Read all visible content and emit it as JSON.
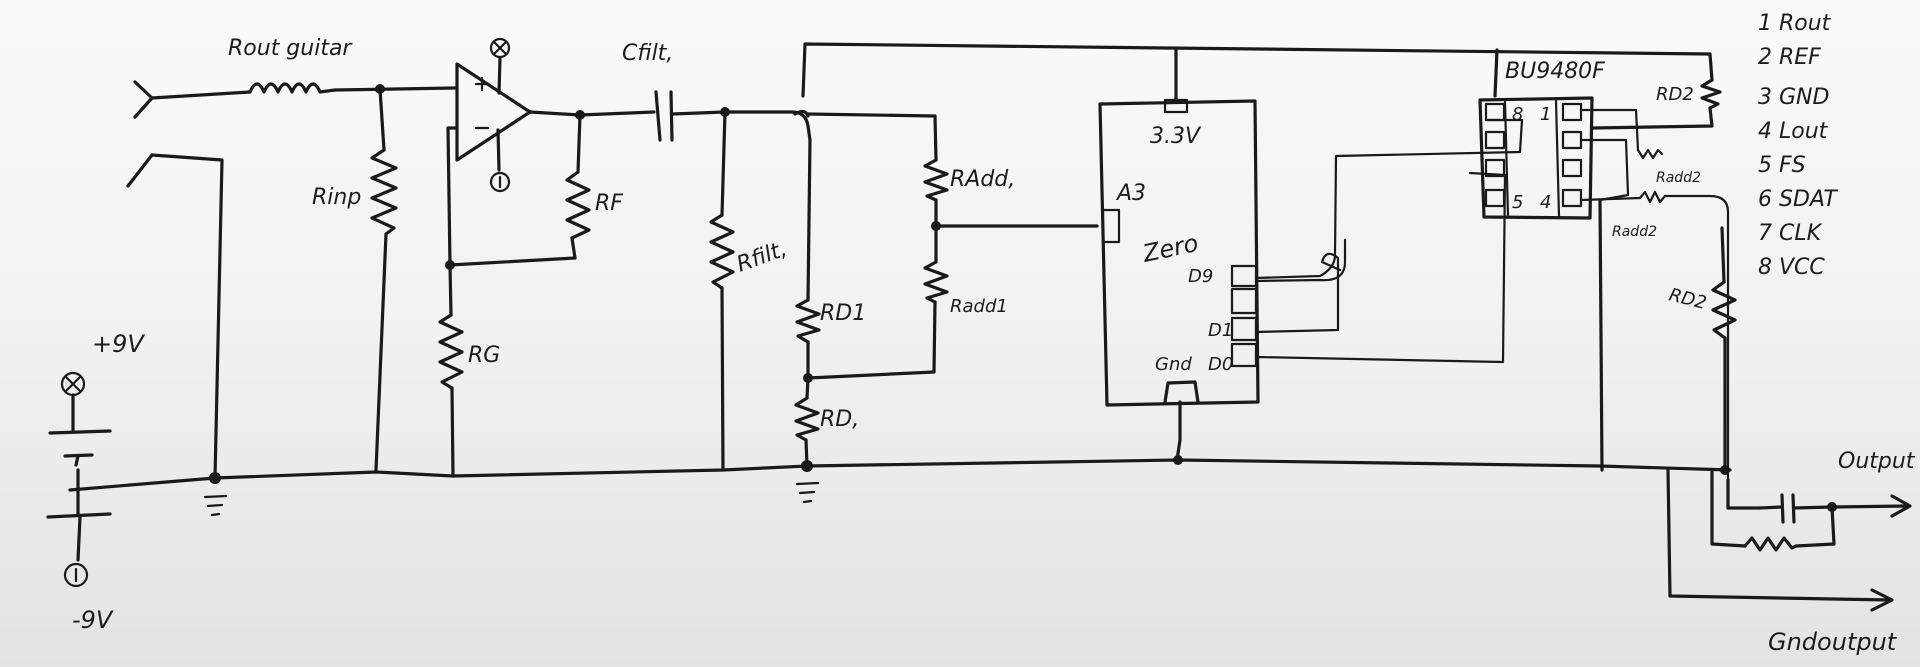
{
  "labels": {
    "r_out_guitar": "Rout guitar",
    "c_filt": "Cfilt,",
    "r_inp": "Rinp",
    "r_f": "RF",
    "r_g": "RG",
    "r_filt": "Rfilt,",
    "r_add1_top": "RAdd,",
    "r_add1_bottom": "Radd1",
    "r_d1_top": "RD1",
    "r_d1_bottom": "RD,",
    "supply_pos": "+9V",
    "supply_neg": "-9V",
    "mcu_voltage": "3.3V",
    "mcu_name": "Zero",
    "mcu_pin_a3": "A3",
    "mcu_pin_d9": "D9",
    "mcu_pin_d1": "D1",
    "mcu_pin_d0": "D0",
    "mcu_pin_gnd": "Gnd",
    "ic_name": "BU9480F",
    "ic_pin_8": "8",
    "ic_pin_1": "1",
    "ic_pin_5": "5",
    "ic_pin_4": "4",
    "r_d2_top": "RD2",
    "r_add2_right": "Radd2",
    "r_add2_left": "Radd2",
    "r_d2_bottom": "RD2",
    "output": "Output",
    "gnd_output": "Gndoutput"
  },
  "pinout": [
    "1 Rout",
    "2 REF",
    "3 GND",
    "4 Lout",
    "5 FS",
    "6 SDAT",
    "7 CLK",
    "8 VCC"
  ]
}
